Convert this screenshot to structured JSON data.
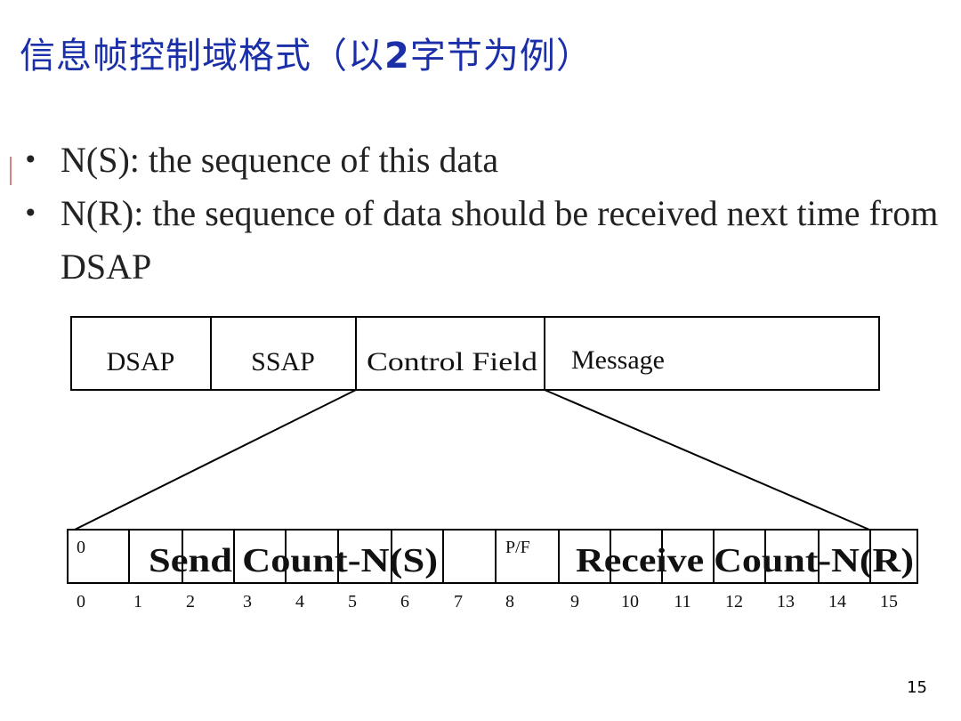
{
  "title": {
    "part1": "信息帧控制域格式（以",
    "bold_digit": "2",
    "part2": "字节为例）"
  },
  "bullets": [
    "N(S): the sequence of this data",
    "N(R): the sequence of data should be received next time from DSAP"
  ],
  "frame_fields": [
    "DSAP",
    "SSAP",
    "Control Field",
    "Message"
  ],
  "control_field": {
    "bit0_label": "0",
    "send_count_label": "Send Count-N(S)",
    "pf_label": "P/F",
    "receive_count_label": "Receive Count-N(R)",
    "bit_numbers": [
      "0",
      "1",
      "2",
      "3",
      "4",
      "5",
      "6",
      "7",
      "8",
      "9",
      "10",
      "11",
      "12",
      "13",
      "14",
      "15"
    ]
  },
  "page_number": "15"
}
